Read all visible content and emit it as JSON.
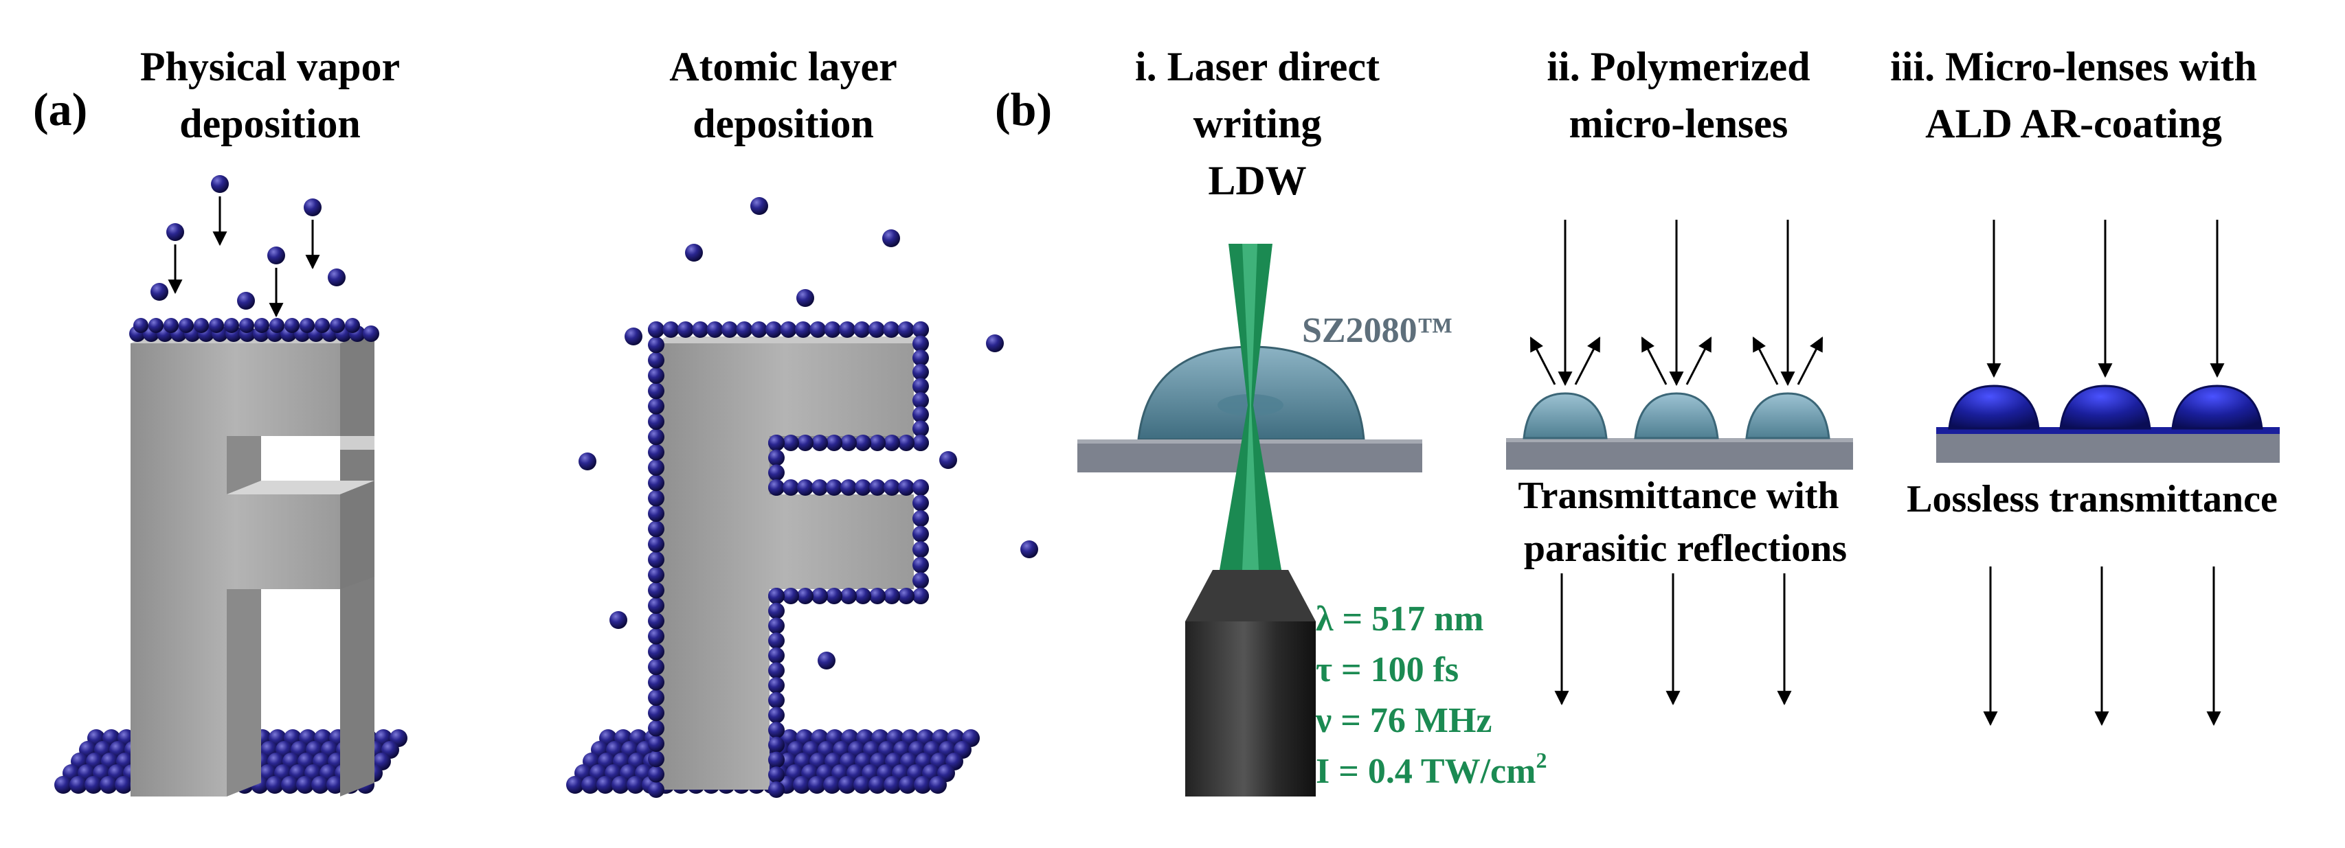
{
  "panel_a": {
    "label": "(a)",
    "pvd_title": [
      "Physical vapor",
      "deposition"
    ],
    "ald_title": [
      "Atomic layer",
      "deposition"
    ]
  },
  "panel_b": {
    "label": "(b)",
    "ldw_title": [
      "i. Laser direct",
      "writing",
      "LDW"
    ],
    "resin_label": "SZ2080™",
    "laser_params": [
      "λ = 517 nm",
      "τ = 100 fs",
      "ν = 76 MHz",
      "I = 0.4 TW/cm"
    ],
    "laser_param_superscript": "2",
    "poly_title": [
      "ii. Polymerized",
      "micro-lenses"
    ],
    "poly_caption": [
      "Transmittance with",
      "parasitic reflections"
    ],
    "arc_title": [
      "iii. Micro-lenses with",
      "ALD AR-coating"
    ],
    "arc_caption": "Lossless transmittance"
  },
  "colors": {
    "atom": "#1c1870",
    "metal": "#a8a8a8",
    "laser": "#1b8a52",
    "param_text": "#1b8a52",
    "resin_text": "#5e6f7b",
    "lens": "#6f9fb0",
    "coated_lens": "#1a1f9c",
    "substrate": "#7d828e"
  }
}
